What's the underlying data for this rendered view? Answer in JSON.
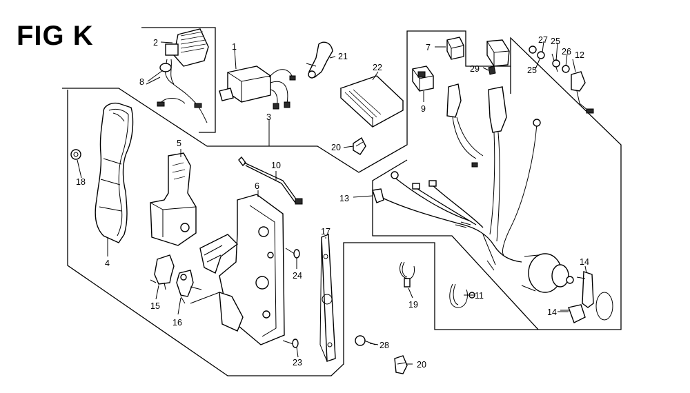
{
  "figure": {
    "title": "FIG K"
  },
  "callouts": [
    "1",
    "2",
    "3",
    "4",
    "5",
    "6",
    "7",
    "8",
    "9",
    "10",
    "11",
    "12",
    "13",
    "14",
    "14",
    "15",
    "16",
    "17",
    "18",
    "19",
    "20",
    "20",
    "21",
    "22",
    "23",
    "24",
    "25",
    "25",
    "26",
    "27",
    "28",
    "29"
  ]
}
